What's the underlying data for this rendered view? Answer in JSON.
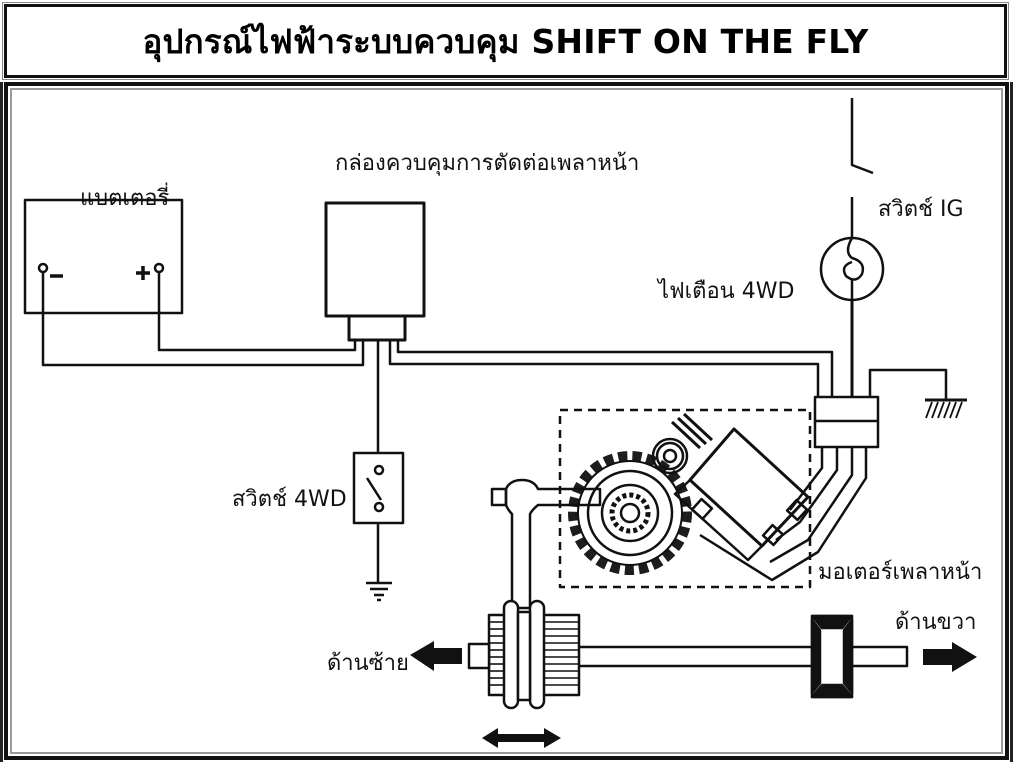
{
  "title": "อุปกรณ์ไฟฟ้าระบบควบคุม SHIFT ON THE FLY",
  "labels": {
    "battery": "แบตเตอรี่",
    "control_box": "กล่องควบคุมการตัดต่อเพลาหน้า",
    "ig_switch": "สวิตช์ IG",
    "warning_lamp": "ไฟเตือน 4WD",
    "switch_4wd": "สวิตช์ 4WD",
    "front_shaft_motor": "มอเตอร์เพลาหน้า",
    "left_side": "ด้านซ้าย",
    "right_side": "ด้านขวา"
  },
  "battery_terminals": {
    "negative": "-",
    "positive": "+"
  },
  "icons": [
    "battery-icon",
    "control-box-icon",
    "ig-switch-icon",
    "warning-lamp-icon",
    "switch-4wd-icon",
    "ground-icon",
    "chassis-ground-icon",
    "connector-icon",
    "gear-icon",
    "motor-icon",
    "shift-fork-icon",
    "sleeve-icon",
    "differential-gear-icon",
    "arrow-left-icon",
    "arrow-right-icon",
    "double-arrow-icon"
  ]
}
